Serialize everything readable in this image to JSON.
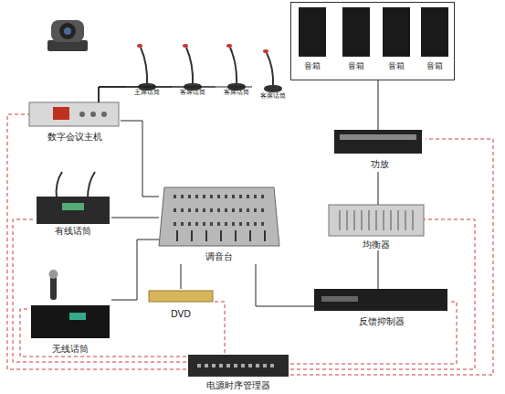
{
  "diagram": {
    "nodes": [
      {
        "text": []
      },
      {
        "text": [
          "音箱"
        ],
        "in": 0
      },
      {
        "text": [
          "音箱"
        ],
        "in": 0
      },
      {
        "text": [
          "音箱"
        ],
        "in": 0
      },
      {
        "text": [
          "音箱"
        ],
        "in": 0
      },
      {
        "text": [
          "主席话筒"
        ]
      },
      {
        "text": [
          "客席话筒"
        ]
      },
      {
        "text": [
          "客席话筒"
        ]
      },
      {
        "text": [
          "客席话筒"
        ]
      },
      {
        "text": [
          "数字会议主机"
        ]
      },
      {
        "text": [
          "功放"
        ]
      },
      {
        "text": [
          "有线话筒"
        ]
      },
      {
        "text": [
          "均衡器"
        ]
      },
      {
        "text": [
          "调音台"
        ]
      },
      {
        "text": [
          "DVD"
        ]
      },
      {
        "text": [
          "反馈抑制器"
        ]
      },
      {
        "text": [
          "无线话筒"
        ]
      },
      {
        "text": [
          "电源时序管理器"
        ]
      }
    ],
    "edges": [
      {
        "from": 9,
        "to": 5,
        "arrow": "none"
      },
      {
        "from": 9,
        "to": 6,
        "arrow": "none"
      },
      {
        "from": 9,
        "to": 7,
        "arrow": "none"
      },
      {
        "from": 9,
        "to": 8,
        "arrow": "none"
      },
      {
        "from": 9,
        "to": 13,
        "arrow": "none"
      },
      {
        "from": 11,
        "to": 13,
        "arrow": "none"
      },
      {
        "from": 16,
        "to": 13,
        "arrow": "none"
      },
      {
        "from": 13,
        "to": 14,
        "arrow": "none"
      },
      {
        "from": 13,
        "to": 15,
        "arrow": "none"
      },
      {
        "from": 15,
        "to": 12,
        "arrow": "none"
      },
      {
        "from": 12,
        "to": 10,
        "arrow": "none"
      },
      {
        "from": 10,
        "to": 0,
        "arrow": "none"
      },
      {
        "from": 17,
        "to": 9,
        "arrow": "none"
      },
      {
        "from": 17,
        "to": 11,
        "arrow": "none"
      },
      {
        "from": 17,
        "to": 16,
        "arrow": "none"
      },
      {
        "from": 17,
        "to": 14,
        "arrow": "none"
      },
      {
        "from": 17,
        "to": 15,
        "arrow": "none"
      },
      {
        "from": 17,
        "to": 12,
        "arrow": "none"
      },
      {
        "from": 17,
        "to": 10,
        "arrow": "none"
      }
    ]
  }
}
